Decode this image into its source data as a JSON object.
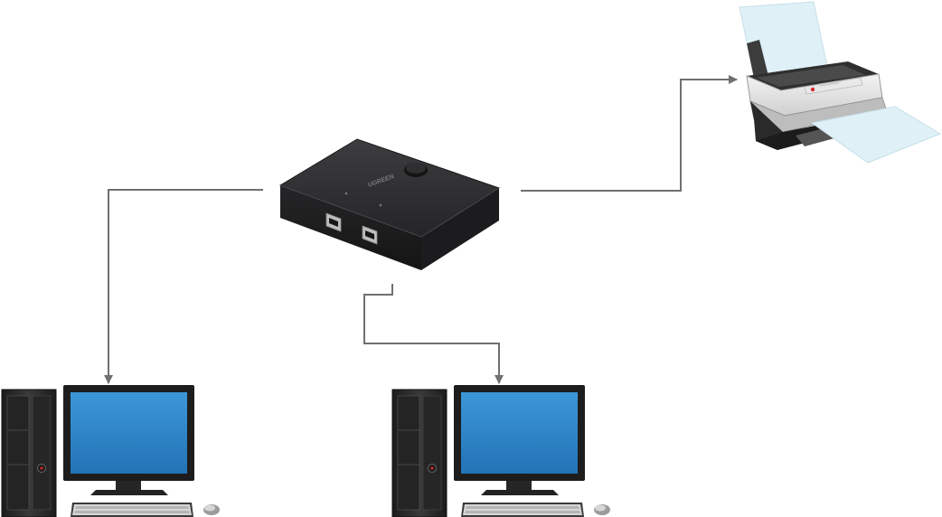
{
  "diagram": {
    "nodes": [
      {
        "id": "usb-switch",
        "kind": "usb-sharing-switch",
        "brand_text": "UGREEN"
      },
      {
        "id": "printer",
        "kind": "printer"
      },
      {
        "id": "computer-left",
        "kind": "desktop-computer"
      },
      {
        "id": "computer-right",
        "kind": "desktop-computer"
      }
    ],
    "edges": [
      {
        "from": "usb-switch",
        "to": "printer",
        "arrow": "end"
      },
      {
        "from": "usb-switch",
        "to": "computer-left",
        "arrow": "end"
      },
      {
        "from": "usb-switch",
        "to": "computer-right",
        "arrow": "end"
      }
    ]
  },
  "colors": {
    "connector": "#707070",
    "screen": "#2b86c9",
    "switch_body": "#2c2c2e",
    "paper": "#dff1f7"
  }
}
